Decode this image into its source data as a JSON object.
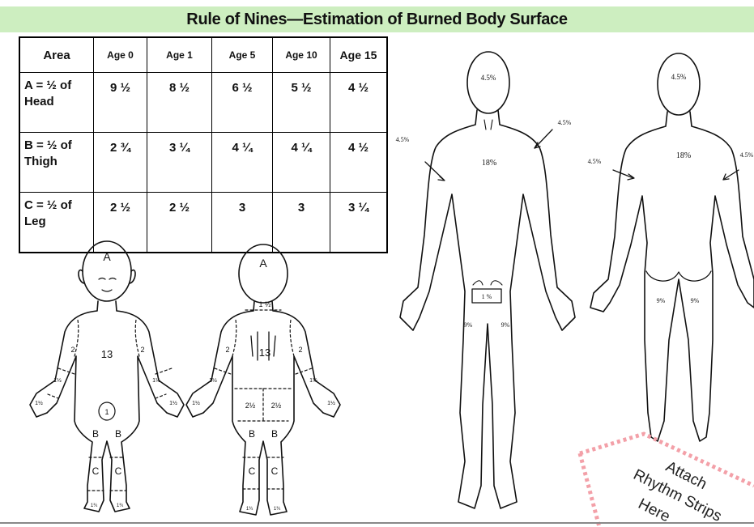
{
  "title": "Rule of Nines—Estimation of Burned Body Surface",
  "table": {
    "headers": [
      "Area",
      "Age 0",
      "Age 1",
      "Age 5",
      "Age 10",
      "Age 15"
    ],
    "rows": [
      {
        "area_line1": "A = ½ of",
        "area_line2": "Head",
        "values": [
          "9 ½",
          "8 ½",
          "6 ½",
          "5 ½",
          "4 ½"
        ]
      },
      {
        "area_line1": "B = ½ of",
        "area_line2": "Thigh",
        "values": [
          "2 ¾",
          "3 ¼",
          "4 ¼",
          "4 ¼",
          "4 ½"
        ]
      },
      {
        "area_line1": "C = ½ of",
        "area_line2": "Leg",
        "values": [
          "2 ½",
          "2 ½",
          "3",
          "3",
          "3 ¼"
        ]
      }
    ]
  },
  "child_front": {
    "head": "A",
    "trunk": "13",
    "upper_arm_l": "2",
    "upper_arm_r": "2",
    "forearm_l": "1½",
    "forearm_r": "1½",
    "hand_l": "1½",
    "hand_r": "1½",
    "genital": "1",
    "thigh_l": "B",
    "thigh_r": "B",
    "leg_l": "C",
    "leg_r": "C",
    "foot_l": "1¾",
    "foot_r": "1¾"
  },
  "child_back": {
    "head": "A",
    "neck": "1 ½",
    "trunk": "13",
    "upper_arm_l": "2",
    "upper_arm_r": "2",
    "forearm_l": "1½",
    "forearm_r": "1½",
    "hand_l": "1½",
    "hand_r": "1½",
    "buttock_l": "2½",
    "buttock_r": "2½",
    "thigh_l": "B",
    "thigh_r": "B",
    "leg_l": "C",
    "leg_r": "C",
    "foot_l": "1¾",
    "foot_r": "1¾"
  },
  "adult_front": {
    "head": "4.5%",
    "trunk": "18%",
    "arm_l": "4.5%",
    "arm_r": "4.5%",
    "genital": "1 %",
    "leg_l": "9%",
    "leg_r": "9%"
  },
  "adult_back": {
    "head": "4.5%",
    "trunk": "18%",
    "arm_l": "4.5%",
    "arm_r": "4.5%",
    "leg_l": "9%",
    "leg_r": "9%"
  },
  "stamp": {
    "line1": "Attach",
    "line2": "Rhythm Strips",
    "line3": "Here"
  },
  "colors": {
    "title_band": "#cdeec0",
    "stamp_dots": "#f3a0a8"
  }
}
